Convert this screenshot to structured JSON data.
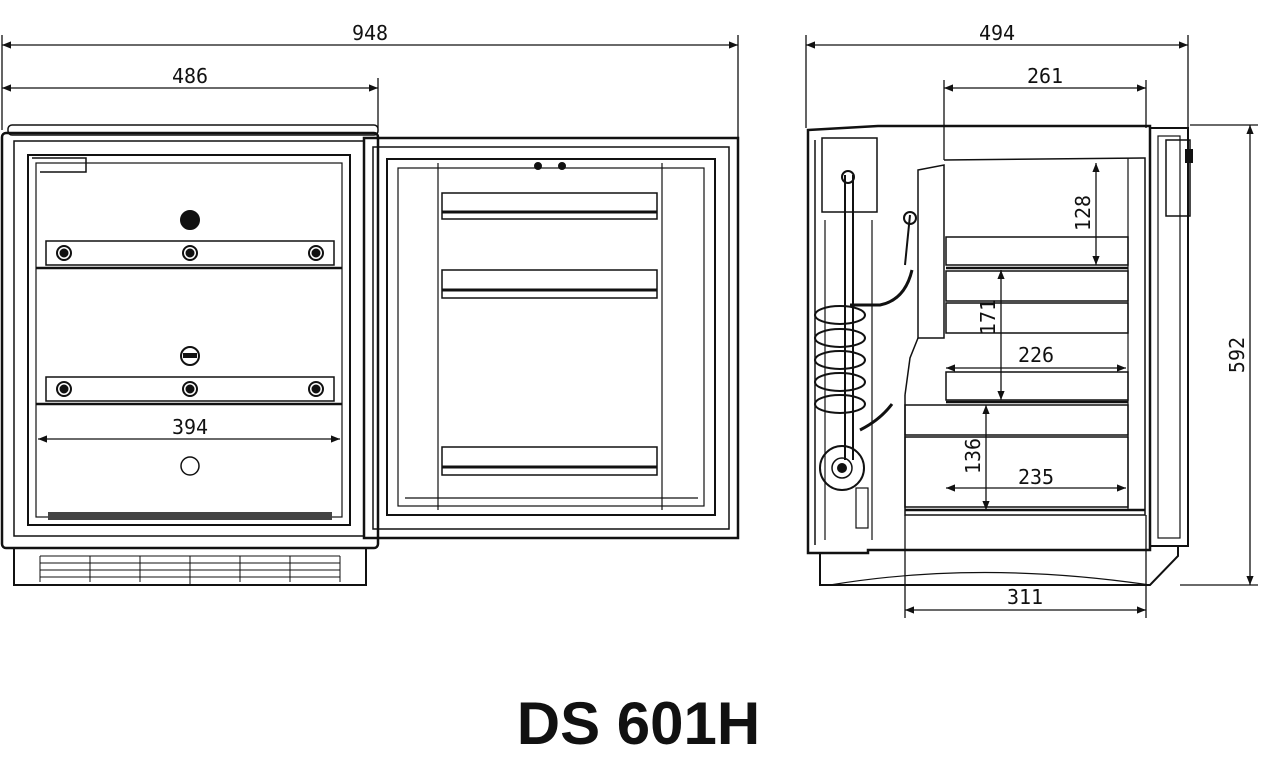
{
  "title": "DS 601H",
  "dimensions": {
    "overall_width_door_open": "948",
    "body_width": "486",
    "interior_width": "394",
    "depth": "494",
    "shelf_depth_top": "261",
    "compartment_height_top": "128",
    "compartment_height_middle": "171",
    "shelf_depth_middle": "226",
    "compartment_height_bottom": "136",
    "shelf_depth_bottom": "235",
    "base_depth": "311",
    "height": "592"
  },
  "colors": {
    "line": "#111111",
    "background": "#ffffff",
    "fill_dark": "#111111"
  }
}
